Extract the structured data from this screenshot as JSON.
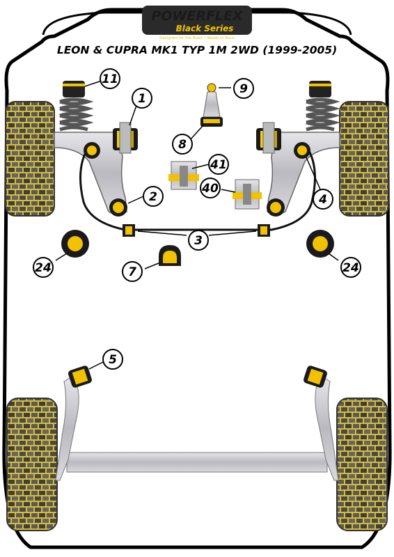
{
  "brand": {
    "name": "POWERFLEX",
    "series": "Black Series",
    "tagline": "Designed for the Road • Ready to Race"
  },
  "title": "LEON & CUPRA MK1 TYP 1M 2WD (1999-2005)",
  "callouts": [
    "11",
    "1",
    "9",
    "8",
    "41",
    "2",
    "40",
    "4",
    "3",
    "24",
    "7",
    "24",
    "5"
  ],
  "colors": {
    "bushing_yellow": "#f2c200",
    "bushing_black": "#1a1a1a",
    "tyre_yellow": "#d9c23a",
    "steel_grey": "#c8c8cc"
  }
}
